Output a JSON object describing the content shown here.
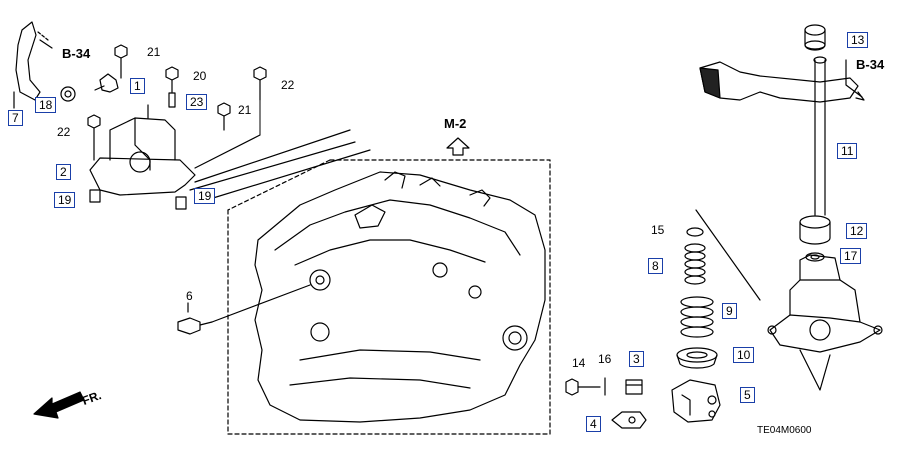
{
  "callouts": [
    {
      "id": "c1",
      "text": "1",
      "boxed": true
    },
    {
      "id": "c2",
      "text": "2",
      "boxed": true
    },
    {
      "id": "c3",
      "text": "3",
      "boxed": true
    },
    {
      "id": "c4",
      "text": "4",
      "boxed": true
    },
    {
      "id": "c5",
      "text": "5",
      "boxed": true
    },
    {
      "id": "c6",
      "text": "6",
      "boxed": false
    },
    {
      "id": "c7",
      "text": "7",
      "boxed": true
    },
    {
      "id": "c8",
      "text": "8",
      "boxed": true
    },
    {
      "id": "c9",
      "text": "9",
      "boxed": true
    },
    {
      "id": "c10",
      "text": "10",
      "boxed": true
    },
    {
      "id": "c11",
      "text": "11",
      "boxed": true
    },
    {
      "id": "c12",
      "text": "12",
      "boxed": true
    },
    {
      "id": "c13",
      "text": "13",
      "boxed": true
    },
    {
      "id": "c14",
      "text": "14",
      "boxed": false
    },
    {
      "id": "c15",
      "text": "15",
      "boxed": false
    },
    {
      "id": "c16",
      "text": "16",
      "boxed": false
    },
    {
      "id": "c17",
      "text": "17",
      "boxed": true
    },
    {
      "id": "c18",
      "text": "18",
      "boxed": true
    },
    {
      "id": "c19a",
      "text": "19",
      "boxed": true
    },
    {
      "id": "c19b",
      "text": "19",
      "boxed": true
    },
    {
      "id": "c20",
      "text": "20",
      "boxed": false
    },
    {
      "id": "c21a",
      "text": "21",
      "boxed": false
    },
    {
      "id": "c21b",
      "text": "21",
      "boxed": false
    },
    {
      "id": "c22a",
      "text": "22",
      "boxed": false
    },
    {
      "id": "c22b",
      "text": "22",
      "boxed": false
    },
    {
      "id": "c23",
      "text": "23",
      "boxed": true
    }
  ],
  "references": {
    "b34_left": "B-34",
    "b34_right": "B-34",
    "m2": "M-2",
    "front": "FR."
  },
  "diagram_code": "TE04M0600"
}
